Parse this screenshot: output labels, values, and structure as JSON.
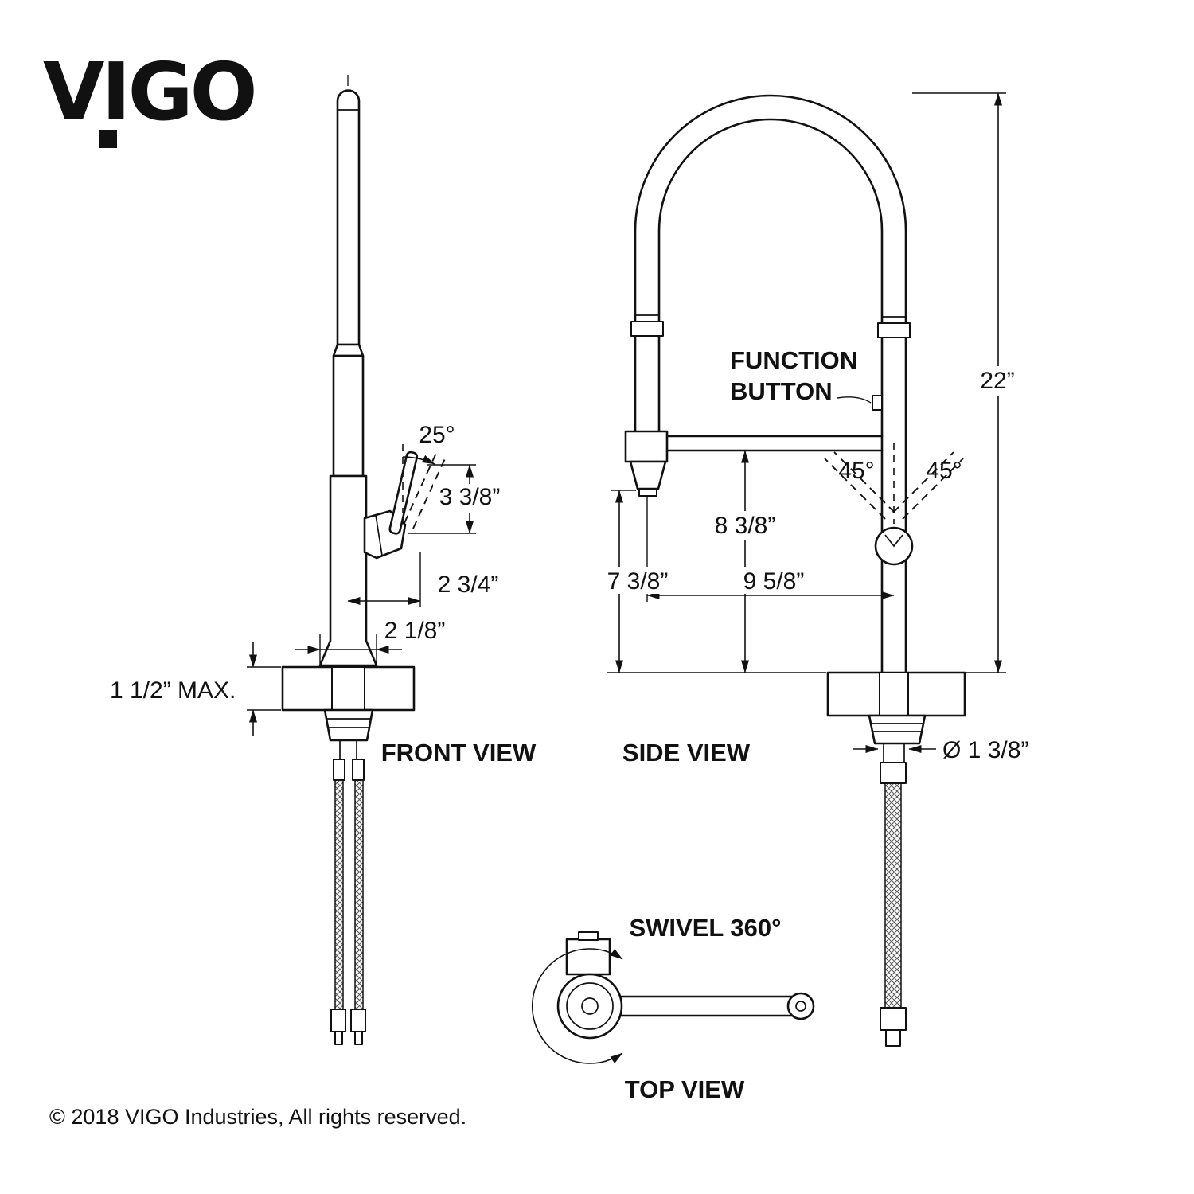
{
  "brand": {
    "logo_text": "VIGO"
  },
  "footer": {
    "copyright": "© 2018 VIGO Industries, All rights reserved."
  },
  "front_view": {
    "label": "FRONT VIEW",
    "dim_handle_angle": "25°",
    "dim_handle_length": "3 3/8”",
    "dim_handle_reach": "2 3/4”",
    "dim_base_width": "2 1/8”",
    "dim_deck_thickness": "1 1/2” MAX."
  },
  "side_view": {
    "label": "SIDE VIEW",
    "callout_function_button_line1": "FUNCTION",
    "callout_function_button_line2": "BUTTON",
    "dim_total_height": "22”",
    "dim_spout_height": "8 3/8”",
    "dim_clearance_height": "7 3/8”",
    "dim_spout_reach": "9 5/8”",
    "dim_handle_swing_left": "45°",
    "dim_handle_swing_right": "45°",
    "dim_hole_diameter": "Ø 1 3/8”"
  },
  "top_view": {
    "label": "TOP VIEW",
    "swivel_label": "SWIVEL 360°"
  }
}
